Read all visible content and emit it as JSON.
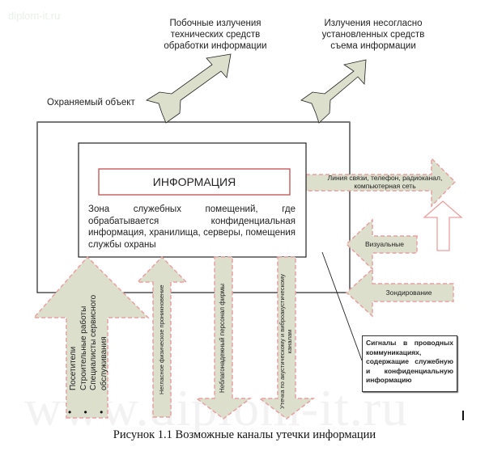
{
  "watermark": {
    "top": "diplom-it.ru",
    "big": "www.diplom-it.ru"
  },
  "top_labels": {
    "side_emissions": "Побочные излучения технических средств обработки информации",
    "side_emissions_lines": [
      "Побочные излучения",
      "технических средств",
      "обработки информации"
    ],
    "unauthorized_emissions_lines": [
      "Излучения несогласно",
      "установленных средств",
      "съема информации"
    ]
  },
  "outer_box": {
    "label": "Охраняемый объект"
  },
  "inner_box": {
    "title": "ИНФОРМАЦИЯ",
    "description": "Зона служебных помещений, где обрабатывается конфиденциальная информация, хранилища, серверы, помещения службы охраны"
  },
  "arrows": {
    "comm_line": {
      "lines": [
        "Линия связи, телефон, радиоканал,",
        "компьютерная сеть"
      ]
    },
    "visual": {
      "label": "Визуальные"
    },
    "probing": {
      "label": "Зондирование"
    },
    "visitors": {
      "lines": [
        "Посетители",
        "Строительные работы",
        "Специалисты сервисного",
        "обслуживания"
      ],
      "ellipsis": "• • •"
    },
    "covert_entry": {
      "label": "Негласное физическое проникновение"
    },
    "unreliable_staff": {
      "label": "Неблагонадежный персонал фирмы"
    },
    "acoustic": {
      "lines": [
        "Утечка по акустическому и виброакустическому",
        "каналам"
      ]
    }
  },
  "callout": {
    "text": "Сигналы в проводных коммуникациях, содержащие служебную и конфиденциальную информацию"
  },
  "caption": "Рисунок 1.1 Возможные каналы утечки информации",
  "colors": {
    "arrow_fill": "#dcdfcc",
    "arrow_dash": "#e8a0a0",
    "info_border": "#c0504d",
    "hollow_arrow": "#e8a0a0",
    "box_border": "#222222",
    "outer_top_border": "#777777"
  }
}
